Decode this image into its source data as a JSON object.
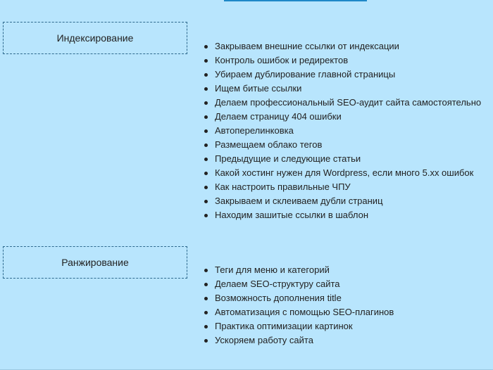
{
  "sections": [
    {
      "label": "Индексирование",
      "items": [
        "Закрываем внешние ссылки от индексации",
        "Контроль ошибок и редиректов",
        "Убираем дублирование главной страницы",
        "Ищем битые ссылки",
        "Делаем профессиональный SEO-аудит сайта самостоятельно",
        "Делаем страницу 404 ошибки",
        "Автоперелинковка",
        "Размещаем облако тегов",
        "Предыдущие и следующие статьи",
        "Какой хостинг нужен для Wordpress, если много 5.хх ошибок",
        "Как настроить правильные ЧПУ",
        "Закрываем и склеиваем дубли страниц",
        "Находим зашитые ссылки в шаблон"
      ]
    },
    {
      "label": "Ранжирование",
      "items": [
        "Теги для меню и категорий",
        "Делаем SEO-структуру сайта",
        "Возможность дополнения title",
        "Автоматизация с помощью SEO-плагинов",
        "Практика оптимизации картинок",
        "Ускоряем работу сайта"
      ]
    }
  ]
}
